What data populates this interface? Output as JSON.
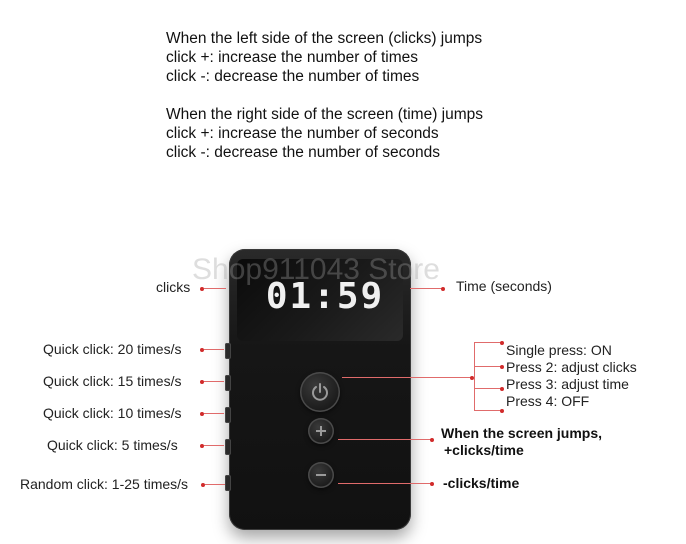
{
  "instructions": {
    "left_block": [
      "When the left side of the screen (clicks) jumps",
      "click +: increase the number of times",
      "click -: decrease the number of times"
    ],
    "right_block": [
      "When the right side of the screen (time) jumps",
      "click +: increase the number of seconds",
      "click -: decrease the number of seconds"
    ]
  },
  "device": {
    "display_time": "01:59",
    "watermark": "Shop911043 Store"
  },
  "labels": {
    "clicks": "clicks",
    "time_seconds": "Time (seconds)",
    "quick_20": "Quick click: 20 times/s",
    "quick_15": "Quick click: 15 times/s",
    "quick_10": "Quick click: 10 times/s",
    "quick_5": "Quick click: 5 times/s",
    "random": "Random click: 1-25 times/s",
    "power_options": [
      "Single press: ON",
      "Press 2: adjust clicks",
      "Press 3: adjust time",
      "Press 4: OFF"
    ],
    "plus_line1": "When the screen jumps,",
    "plus_line2": "+clicks/time",
    "minus": "-clicks/time"
  },
  "icons": {
    "power": "power-icon",
    "plus": "plus-icon",
    "minus": "minus-icon"
  },
  "colors": {
    "pointer": "#d12b2b",
    "device_body": "#161616"
  }
}
